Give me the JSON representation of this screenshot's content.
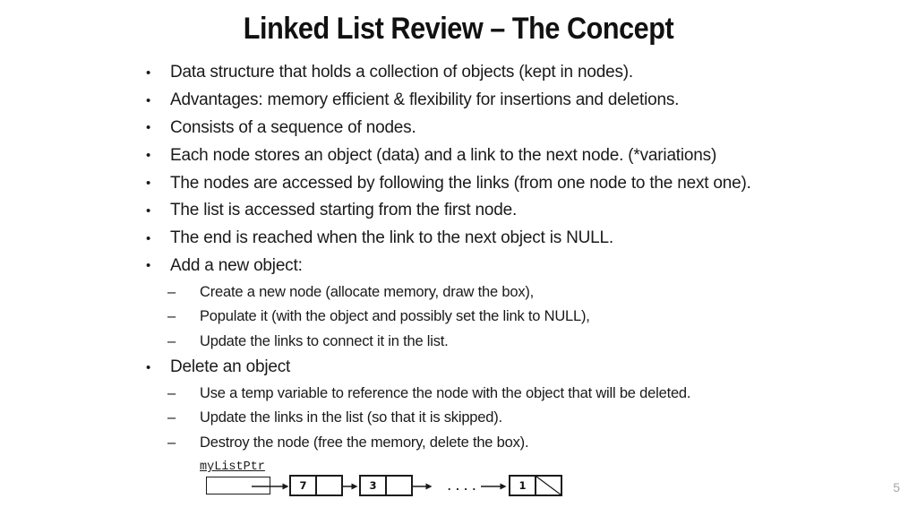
{
  "slide": {
    "title": "Linked List Review – The Concept",
    "page_number": "5"
  },
  "bullets": {
    "level1_marker": "•",
    "level2_marker": "–",
    "items": [
      {
        "level": 1,
        "text": "Data structure that holds a collection of objects (kept in nodes)."
      },
      {
        "level": 1,
        "text": "Advantages: memory efficient & flexibility for insertions and deletions."
      },
      {
        "level": 1,
        "text": "Consists of a sequence of nodes."
      },
      {
        "level": 1,
        "text": "Each node stores an object (data) and a link to the next node. (*variations)"
      },
      {
        "level": 1,
        "text": "The nodes are accessed by following the links (from one node to the next one)."
      },
      {
        "level": 1,
        "text": "The list is accessed starting from the first node."
      },
      {
        "level": 1,
        "text": "The end is reached when the link to the next object is NULL."
      },
      {
        "level": 1,
        "text": "Add a new object:"
      },
      {
        "level": 2,
        "text": "Create a new node (allocate memory, draw the box),"
      },
      {
        "level": 2,
        "text": "Populate it (with the object and possibly set the link to NULL),"
      },
      {
        "level": 2,
        "text": "Update the links to connect it in the list."
      },
      {
        "level": 1,
        "text": "Delete an object"
      },
      {
        "level": 2,
        "text": "Use a temp variable to reference the node with the object that will be deleted."
      },
      {
        "level": 2,
        "text": "Update the links in the list (so that it is skipped)."
      },
      {
        "level": 2,
        "text": "Destroy the node (free the memory, delete the box)."
      }
    ]
  },
  "diagram": {
    "pointer_label": "myListPtr",
    "ellipsis": ". . . .",
    "nodes": [
      {
        "value": "7",
        "null_link": false
      },
      {
        "value": "3",
        "null_link": false
      },
      {
        "value": "1",
        "null_link": true
      }
    ]
  }
}
